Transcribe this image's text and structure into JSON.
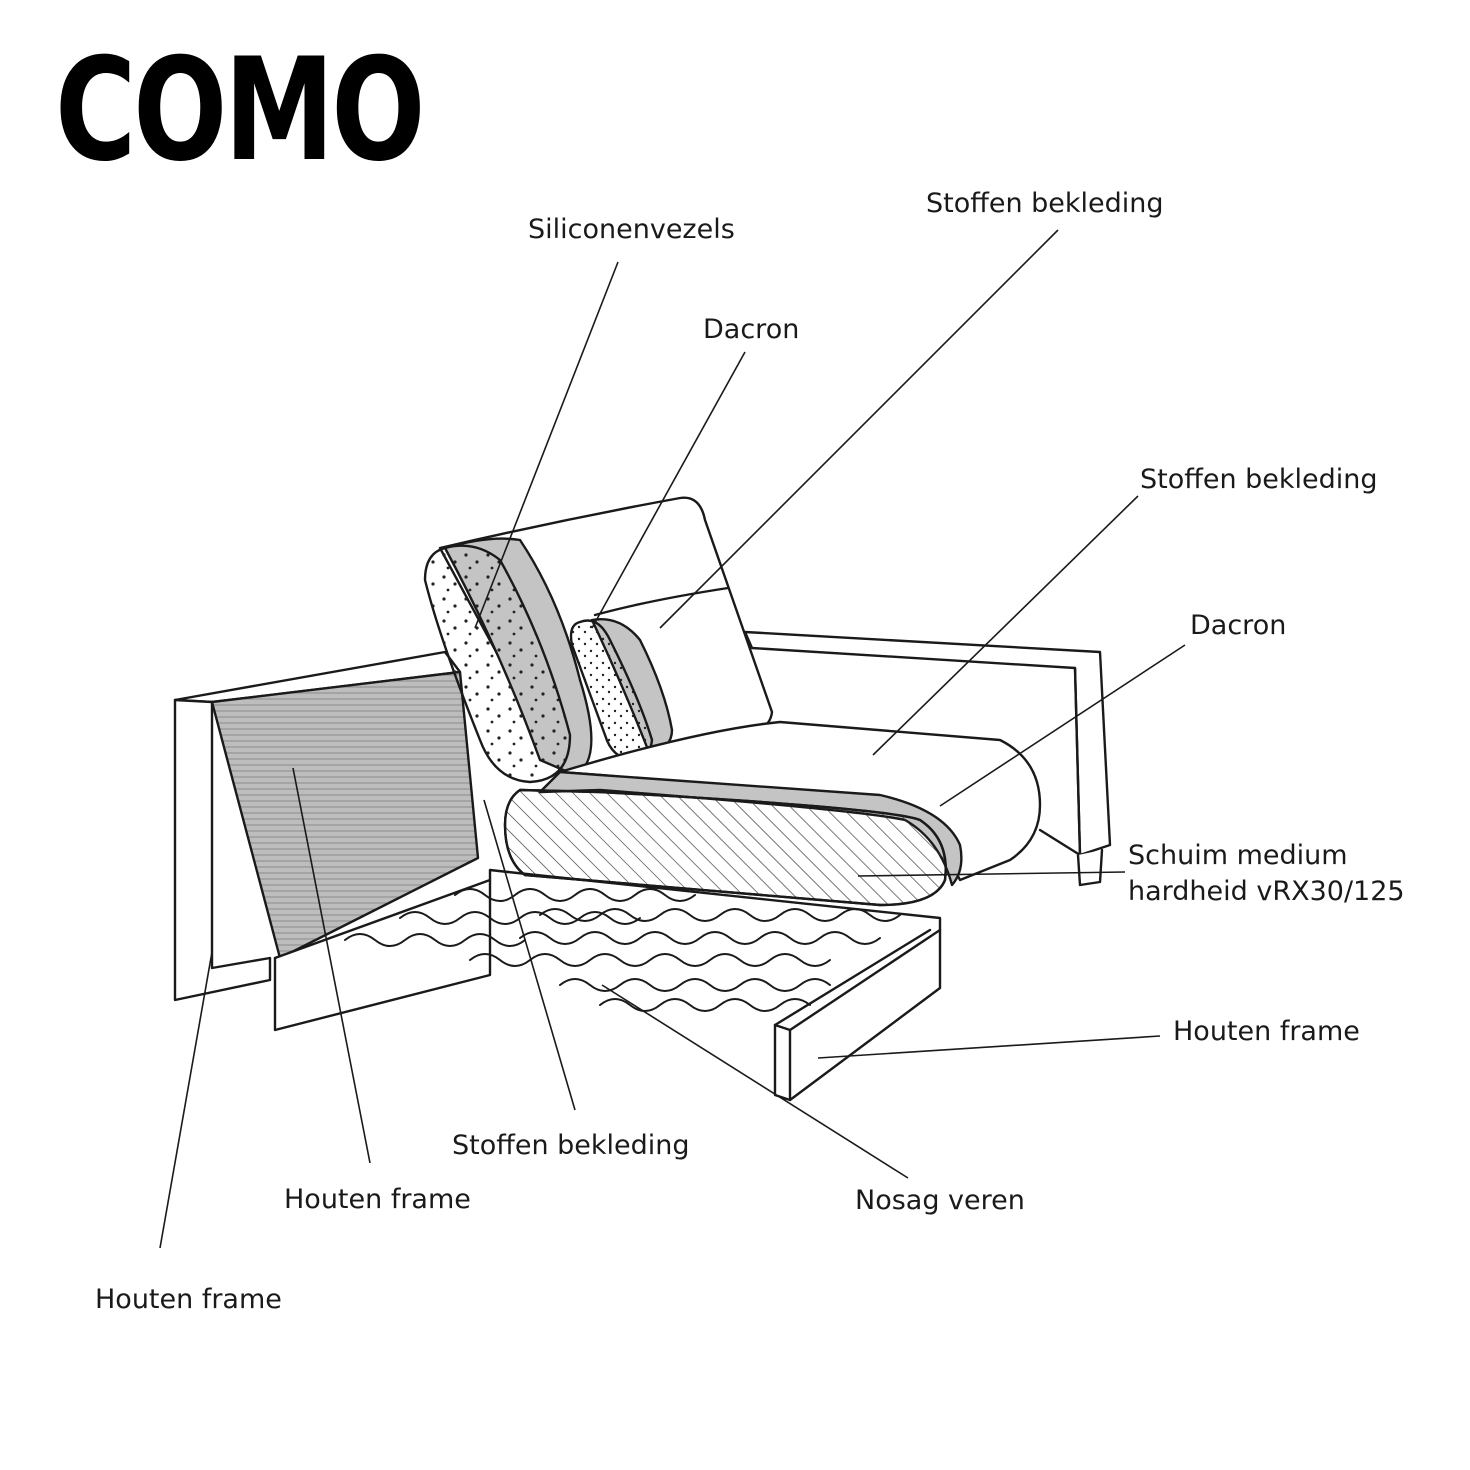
{
  "brand": {
    "name": "COMO"
  },
  "labels": {
    "siliconenvezels": "Siliconenvezels",
    "stoffen_bekleding_top": "Stoffen bekleding",
    "dacron_back": "Dacron",
    "stoffen_bekleding_seat": "Stoffen bekleding",
    "dacron_seat": "Dacron",
    "schuim_line1": "Schuim medium",
    "schuim_line2": "hardheid vRX30/125",
    "houten_frame_front": "Houten frame",
    "stoffen_bekleding_bottom": "Stoffen bekleding",
    "nosag_veren": "Nosag veren",
    "houten_frame_middle": "Houten frame",
    "houten_frame_side": "Houten frame"
  },
  "colors": {
    "line": "#1a1a1a",
    "fill_grey": "#c4c4c4",
    "fill_light": "#dcdcdc",
    "background": "#ffffff"
  }
}
